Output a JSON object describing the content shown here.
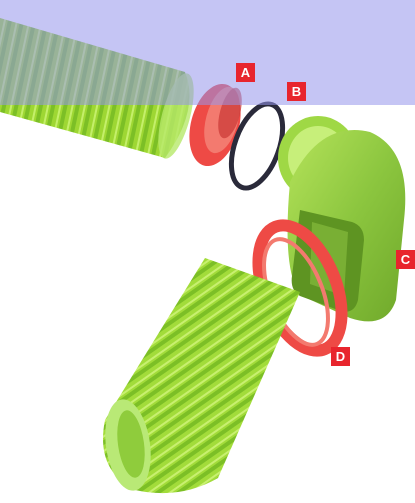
{
  "labels": {
    "a": "A",
    "b": "B",
    "c": "C",
    "d": "D"
  },
  "colors": {
    "hose_green": "#9ed733",
    "hose_green_dark": "#6fae1f",
    "elbow_green": "#8cc63f",
    "ring_red": "#ee4a45",
    "seal_black": "#2a2a3a",
    "tag_red": "#e8252d",
    "overlay": "#9696eb"
  },
  "parts": [
    {
      "id": "corrugated-hose-upper"
    },
    {
      "id": "connector-ring-a"
    },
    {
      "id": "seal-ring-b"
    },
    {
      "id": "elbow-connector-c"
    },
    {
      "id": "oval-connector-ring-d"
    },
    {
      "id": "corrugated-hose-lower"
    }
  ]
}
